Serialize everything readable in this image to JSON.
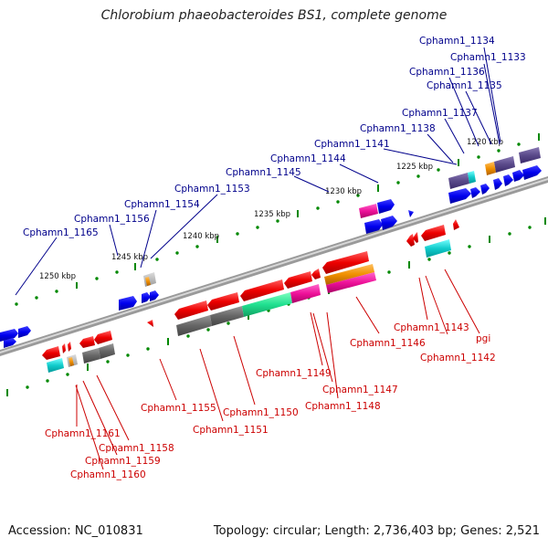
{
  "title": "Chlorobium phaeobacteroides BS1, complete genome",
  "footer": {
    "accession": "Accession: NC_010831",
    "topology": "Topology: circular; Length: 2,736,403 bp; Genes: 2,521"
  },
  "kbp_labels": [
    "1220 kbp",
    "1225 kbp",
    "1230 kbp",
    "1235 kbp",
    "1240 kbp",
    "1245 kbp",
    "1250 kbp"
  ],
  "forward_genes": [
    "Cphamn1_1134",
    "Cphamn1_1133",
    "Cphamn1_1136",
    "Cphamn1_1135",
    "Cphamn1_1137",
    "Cphamn1_1138",
    "Cphamn1_1141",
    "Cphamn1_1144",
    "Cphamn1_1145",
    "Cphamn1_1153",
    "Cphamn1_1154",
    "Cphamn1_1156",
    "Cphamn1_1165"
  ],
  "reverse_genes": [
    "Cphamn1_1143",
    "pgi",
    "Cphamn1_1142",
    "Cphamn1_1146",
    "Cphamn1_1149",
    "Cphamn1_1147",
    "Cphamn1_1148",
    "Cphamn1_1155",
    "Cphamn1_1150",
    "Cphamn1_1151",
    "Cphamn1_1161",
    "Cphamn1_1158",
    "Cphamn1_1159",
    "Cphamn1_1160"
  ],
  "colors": {
    "forward_label": "#00008b",
    "reverse_label": "#cc0000",
    "forward_gene": "#0000ee",
    "reverse_gene": "#ee0000",
    "backbone": "#888888",
    "tick": "#008800"
  }
}
